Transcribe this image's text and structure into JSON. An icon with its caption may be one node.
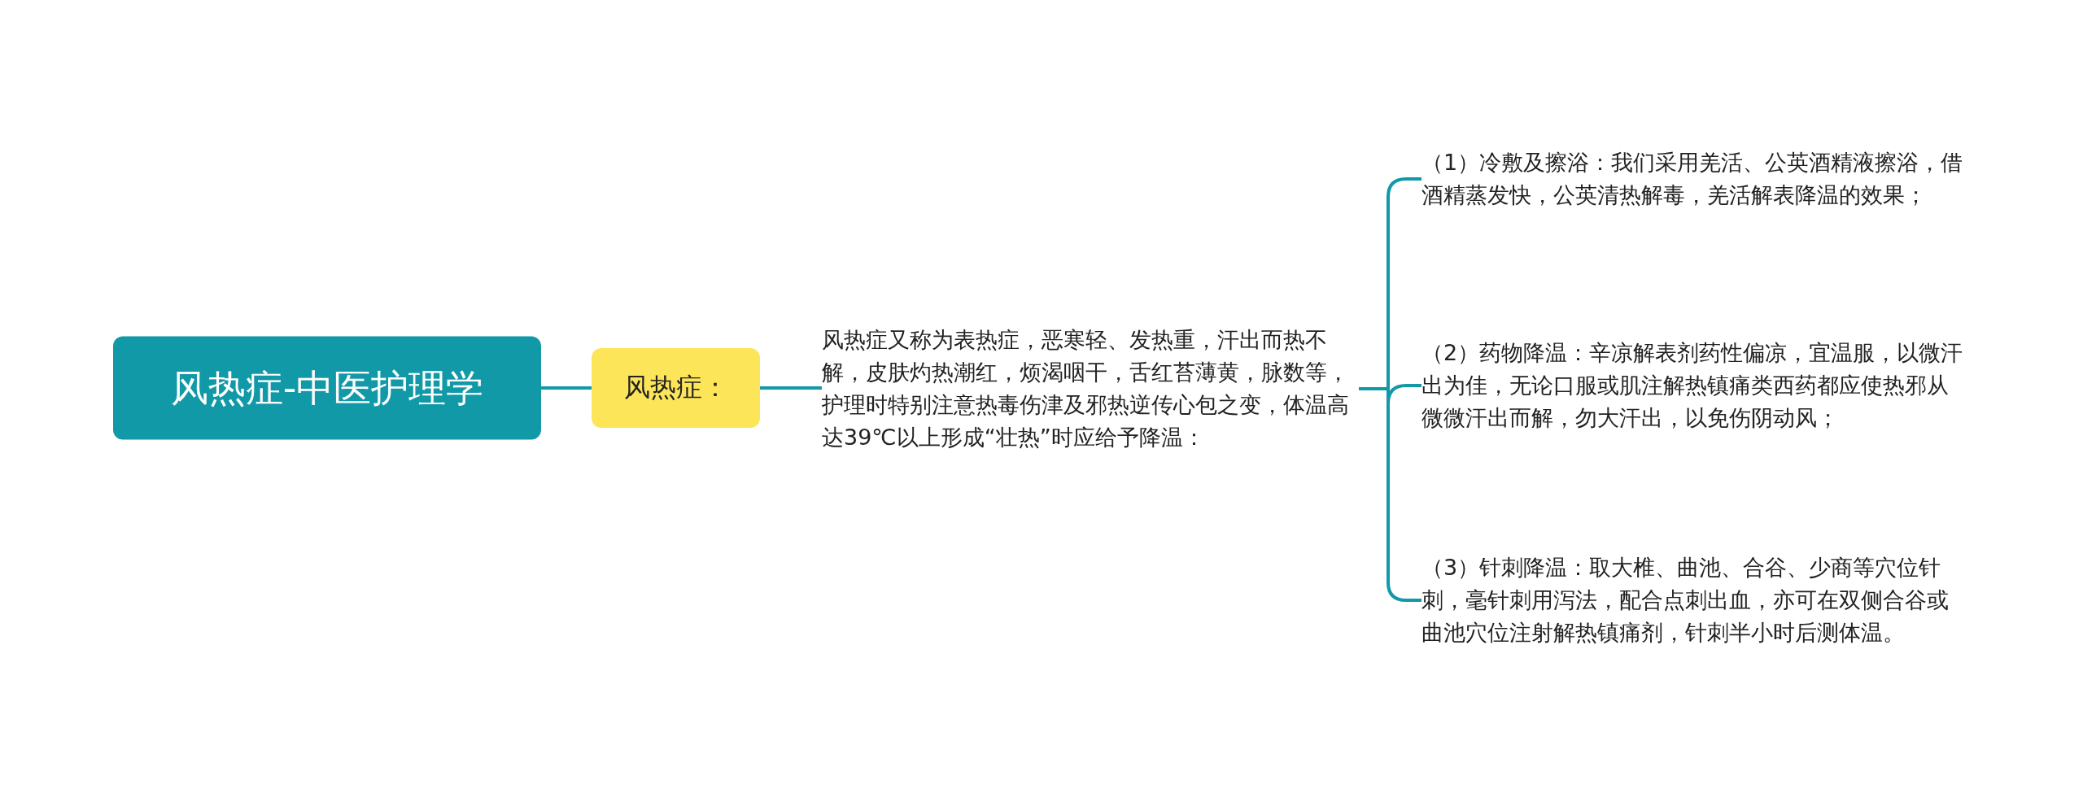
{
  "diagram": {
    "nodes": [
      {
        "text": [
          "风热症-中医护理学"
        ]
      },
      {
        "text": [
          "风热症："
        ]
      },
      {
        "text": [
          "风热症又称为表热症，恶寒轻、发热重，汗出而热不解，皮肤灼热潮红，烦渴咽干，舌红苔薄黄，脉数等，护理时特别注意热毒伤津及邪热逆传心包之变，体温高达39℃以上形成“壮热”时应给予降温："
        ]
      },
      {
        "text": [
          "（1）冷敷及擦浴：我们采用羌活、公英酒精液擦浴，借酒精蒸发快，公英清热解毒，羌活解表降温的效果；"
        ]
      },
      {
        "text": [
          "（2）药物降温：辛凉解表剂药性偏凉，宜温服，以微汗出为佳，无论口服或肌注解热镇痛类西药都应使热邪从微微汗出而解，勿大汗出，以免伤阴动风；"
        ]
      },
      {
        "text": [
          "（3）针刺降温：取大椎、曲池、合谷、少商等穴位针刺，毫针刺用泻法，配合点刺出血，亦可在双侧合谷或曲池穴位注射解热镇痛剂，针刺半小时后测体温。"
        ]
      }
    ],
    "edges": [
      {
        "from": 0,
        "to": 1,
        "arrow": "none"
      },
      {
        "from": 1,
        "to": 2,
        "arrow": "none"
      },
      {
        "from": 2,
        "to": 3,
        "arrow": "none"
      },
      {
        "from": 2,
        "to": 4,
        "arrow": "none"
      },
      {
        "from": 2,
        "to": 5,
        "arrow": "none"
      }
    ]
  }
}
